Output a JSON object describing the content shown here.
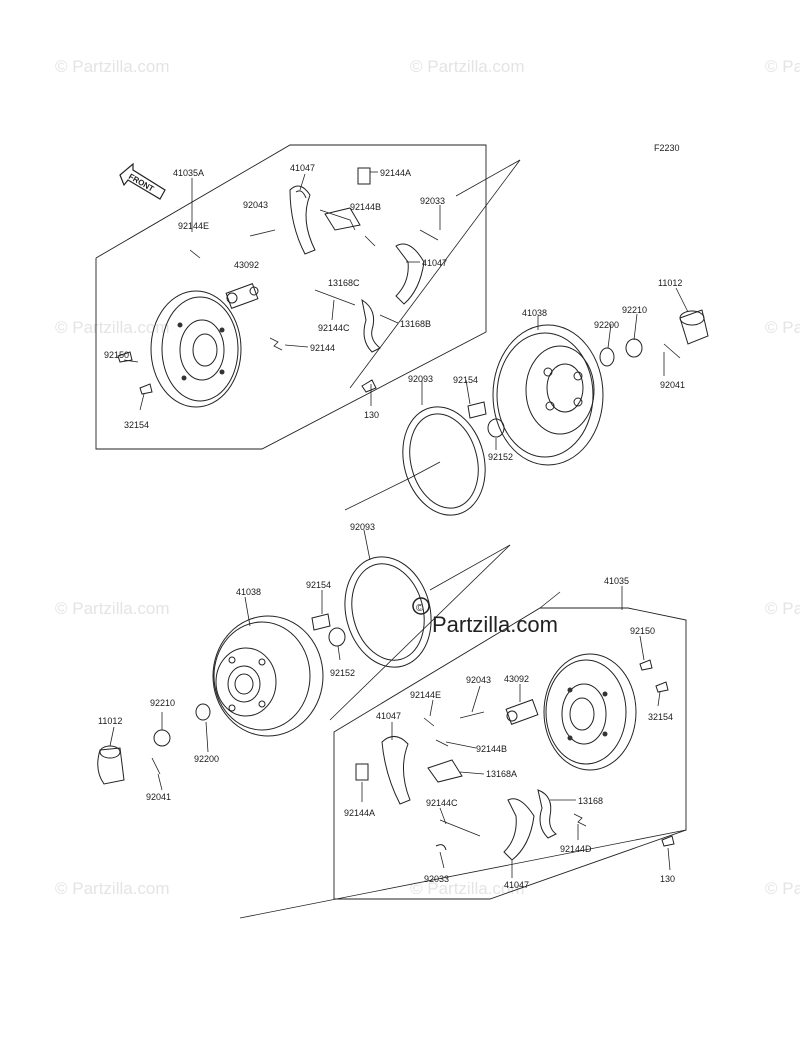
{
  "figure_code": "F2230",
  "front_arrow": "FRONT",
  "watermark": "© Partzilla.com",
  "center_watermark": "Partzilla.com",
  "labels": {
    "t_41035A": "41035A",
    "t_41047a": "41047",
    "t_92144A": "92144A",
    "t_92043": "92043",
    "t_92144B": "92144B",
    "t_92033": "92033",
    "t_92144E": "92144E",
    "t_43092": "43092",
    "t_13168C": "13168C",
    "t_41047b": "41047",
    "t_92150": "92150",
    "t_92144C": "92144C",
    "t_13168B": "13168B",
    "t_92144": "92144",
    "t_41038": "41038",
    "t_92200": "92200",
    "t_92210": "92210",
    "t_11012": "11012",
    "t_92041": "92041",
    "t_92093": "92093",
    "t_92154": "92154",
    "t_130": "130",
    "t_32154": "32154",
    "t_92152": "92152",
    "b_92093": "92093",
    "b_41038": "41038",
    "b_92154": "92154",
    "b_41035": "41035",
    "b_92150": "92150",
    "b_92210": "92210",
    "b_92152": "92152",
    "b_92043": "92043",
    "b_43092": "43092",
    "b_92144E": "92144E",
    "b_32154": "32154",
    "b_11012": "11012",
    "b_92200": "92200",
    "b_41047a": "41047",
    "b_92144B": "92144B",
    "b_13168A": "13168A",
    "b_92041": "92041",
    "b_92144A": "92144A",
    "b_92144C": "92144C",
    "b_13168": "13168",
    "b_92144D": "92144D",
    "b_92033": "92033",
    "b_41047b": "41047",
    "b_130": "130"
  }
}
